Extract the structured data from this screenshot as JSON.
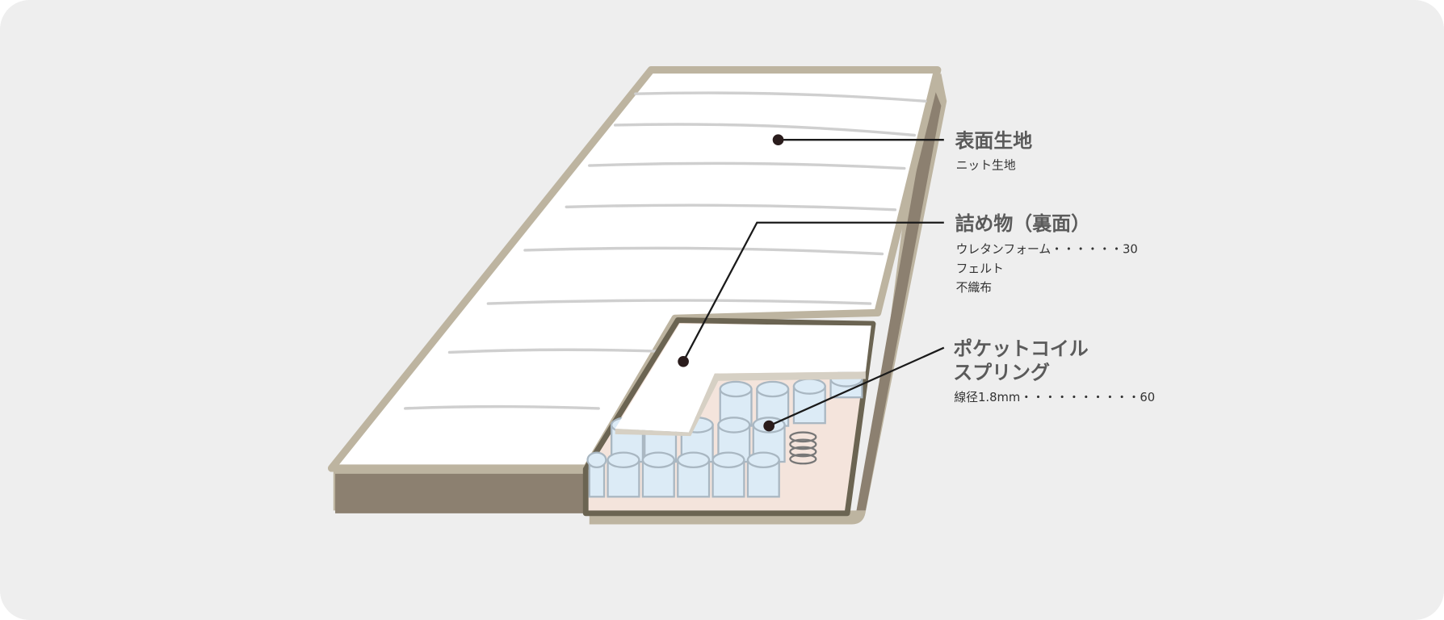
{
  "colors": {
    "background": "#eeeeee",
    "frame": "#bdb4a0",
    "side": "#8c8070",
    "cut_outline": "#6b6452",
    "cut_fill": "#f4e4dc",
    "coil": "#dcebf6",
    "text_title": "#5a5a5a"
  },
  "labels": [
    {
      "title": "表面生地",
      "details": [
        "ニット生地"
      ]
    },
    {
      "title": "詰め物（裏面）",
      "details": [
        "ウレタンフォーム・・・・・・30",
        "フェルト",
        "不織布"
      ]
    },
    {
      "title_lines": [
        "ポケットコイル",
        "スプリング"
      ],
      "details": [
        "線径1.8mm・・・・・・・・・・60"
      ]
    }
  ]
}
